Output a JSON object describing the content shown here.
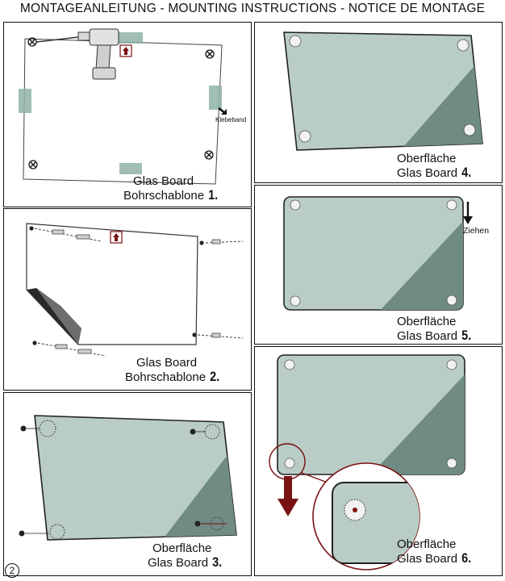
{
  "header": {
    "title": "MONTAGEANLEITUNG - MOUNTING INSTRUCTIONS - NOTICE DE MONTAGE"
  },
  "page_number": "2",
  "steps": [
    {
      "number": "1.",
      "line1": "Glas Board",
      "line2": "Bohrschablone",
      "tape_label": "Klebeband"
    },
    {
      "number": "2.",
      "line1": "Glas Board",
      "line2": "Bohrschablone"
    },
    {
      "number": "3.",
      "line1": "Oberfläche",
      "line2": "Glas Board"
    },
    {
      "number": "4.",
      "line1": "Oberfläche",
      "line2": "Glas Board"
    },
    {
      "number": "5.",
      "line1": "Oberfläche",
      "line2": "Glas Board",
      "pull_label": "Ziehen"
    },
    {
      "number": "6.",
      "line1": "Oberfläche",
      "line2": "Glas Board"
    }
  ],
  "colors": {
    "glass_light": "#b9cdc6",
    "glass_dark": "#6f8b83",
    "tape": "#8fb3a8",
    "arrow_red": "#7a1212"
  },
  "icons": [
    "drill-icon",
    "up-arrow-icon",
    "screw-icon",
    "mount-clip-icon",
    "down-arrow-icon",
    "magnifier-circle-icon"
  ]
}
